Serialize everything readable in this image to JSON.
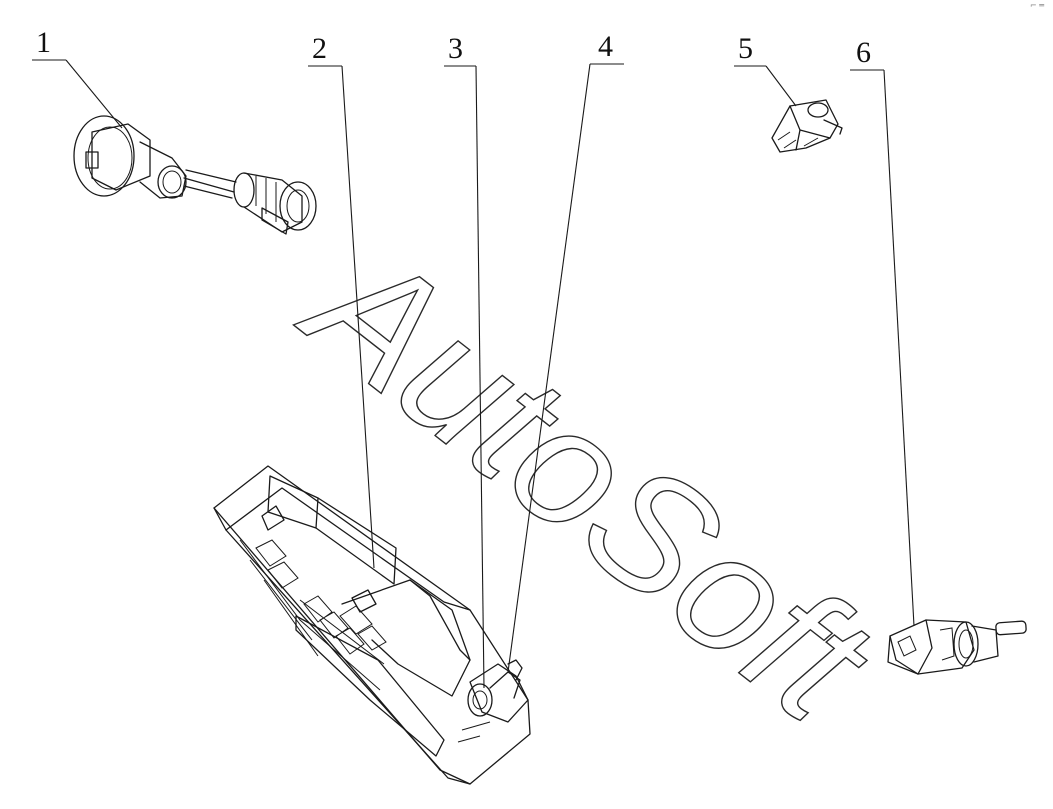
{
  "callouts": [
    {
      "id": "1",
      "label": "1"
    },
    {
      "id": "2",
      "label": "2"
    },
    {
      "id": "3",
      "label": "3"
    },
    {
      "id": "4",
      "label": "4"
    },
    {
      "id": "5",
      "label": "5"
    },
    {
      "id": "6",
      "label": "6"
    }
  ],
  "watermark": "AutoSoft",
  "corner_mark": "⌐ ═"
}
